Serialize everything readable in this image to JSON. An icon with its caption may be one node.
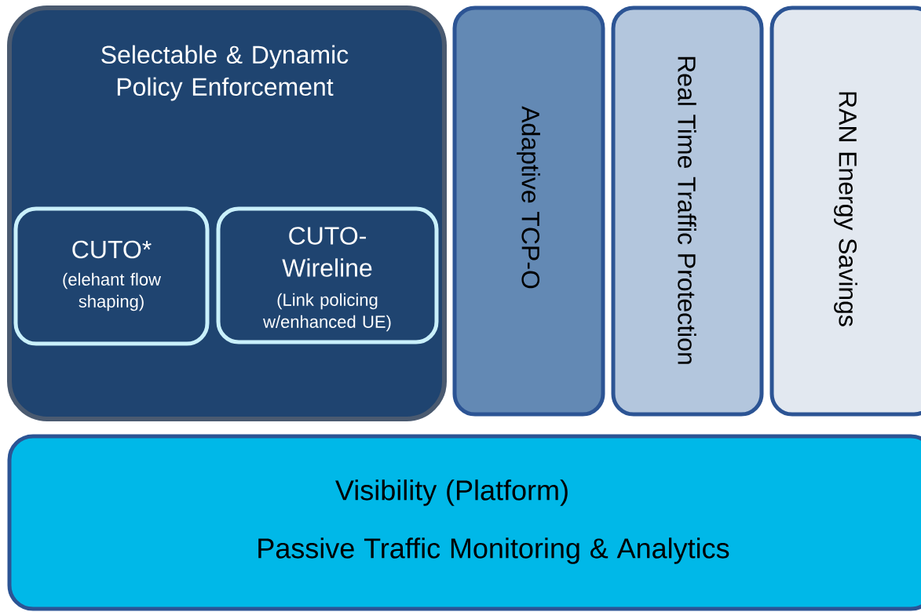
{
  "diagram": {
    "nodes": [
      {
        "text": [
          "Selectable & Dynamic Policy Enforcement"
        ]
      },
      {
        "text": [
          "CUTO*",
          "(elehant flow shaping)"
        ],
        "in": 0
      },
      {
        "text": [
          "CUTO- Wireline",
          "(Link policing w/enhanced UE)"
        ],
        "in": 0
      },
      {
        "text": [
          "Adaptive TCP-O"
        ]
      },
      {
        "text": [
          "Real Time Traffic Protection"
        ]
      },
      {
        "text": [
          "RAN Energy Savings"
        ]
      },
      {
        "text": [
          "Visibility (Platform)",
          "Passive  Traffic Monitoring & Analytics"
        ]
      }
    ]
  }
}
